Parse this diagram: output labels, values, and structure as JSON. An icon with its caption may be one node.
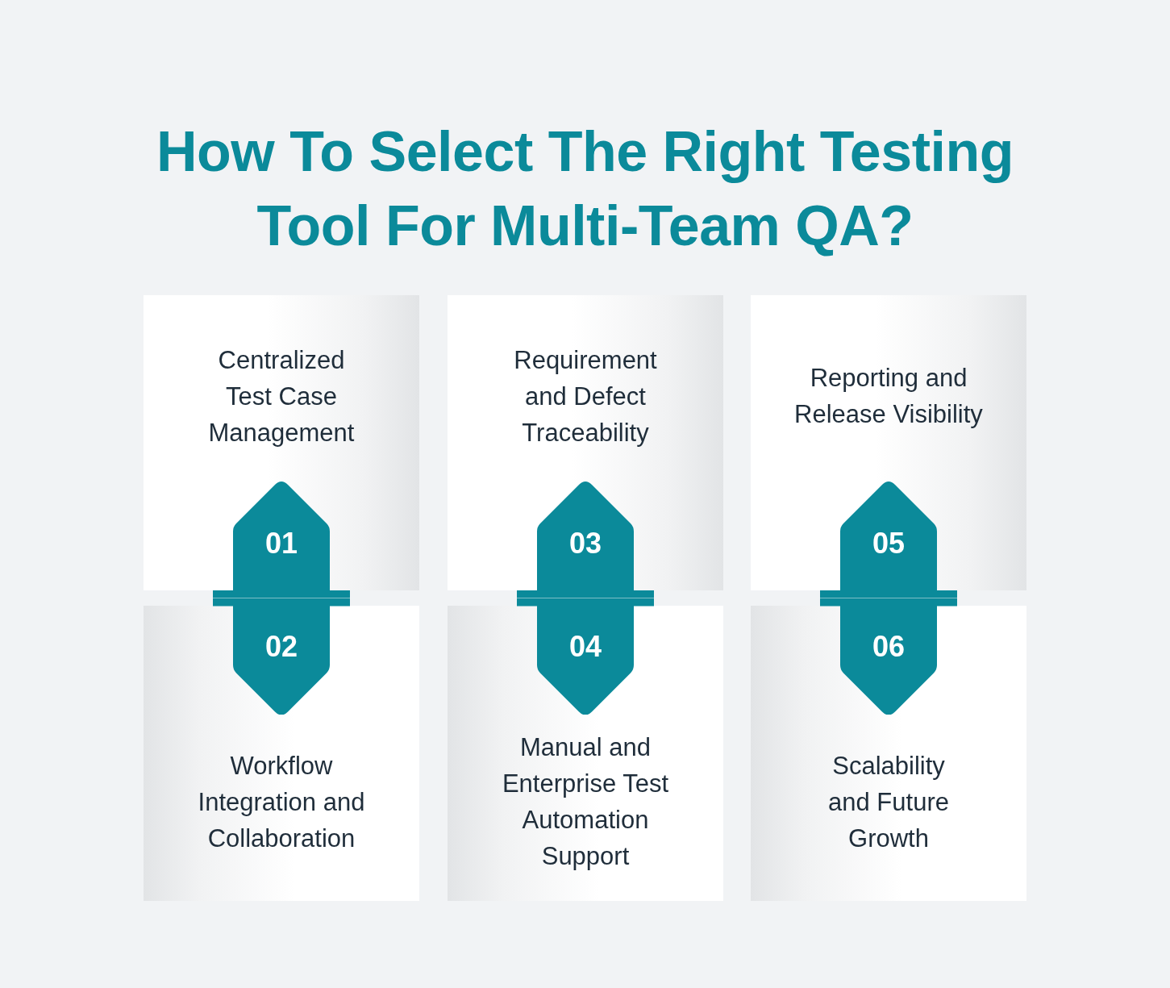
{
  "diagram": {
    "title": "How To Select The Right Testing Tool For Multi-Team QA?",
    "nodes": [
      {
        "text": [
          "Centralized Test Case Management"
        ]
      },
      {
        "text": [
          "Workflow Integration and Collaboration"
        ]
      },
      {
        "text": [
          "Requirement and Defect Traceability"
        ]
      },
      {
        "text": [
          "Manual and Enterprise Test Automation Support"
        ]
      },
      {
        "text": [
          "Reporting and Release Visibility"
        ]
      },
      {
        "text": [
          "Scalability and Future Growth"
        ]
      },
      {
        "text": [
          "01"
        ],
        "in": 0
      },
      {
        "text": [
          "02"
        ],
        "in": 1
      },
      {
        "text": [
          "03"
        ],
        "in": 2
      },
      {
        "text": [
          "04"
        ],
        "in": 3
      },
      {
        "text": [
          "05"
        ],
        "in": 4
      },
      {
        "text": [
          "06"
        ],
        "in": 5
      }
    ]
  }
}
